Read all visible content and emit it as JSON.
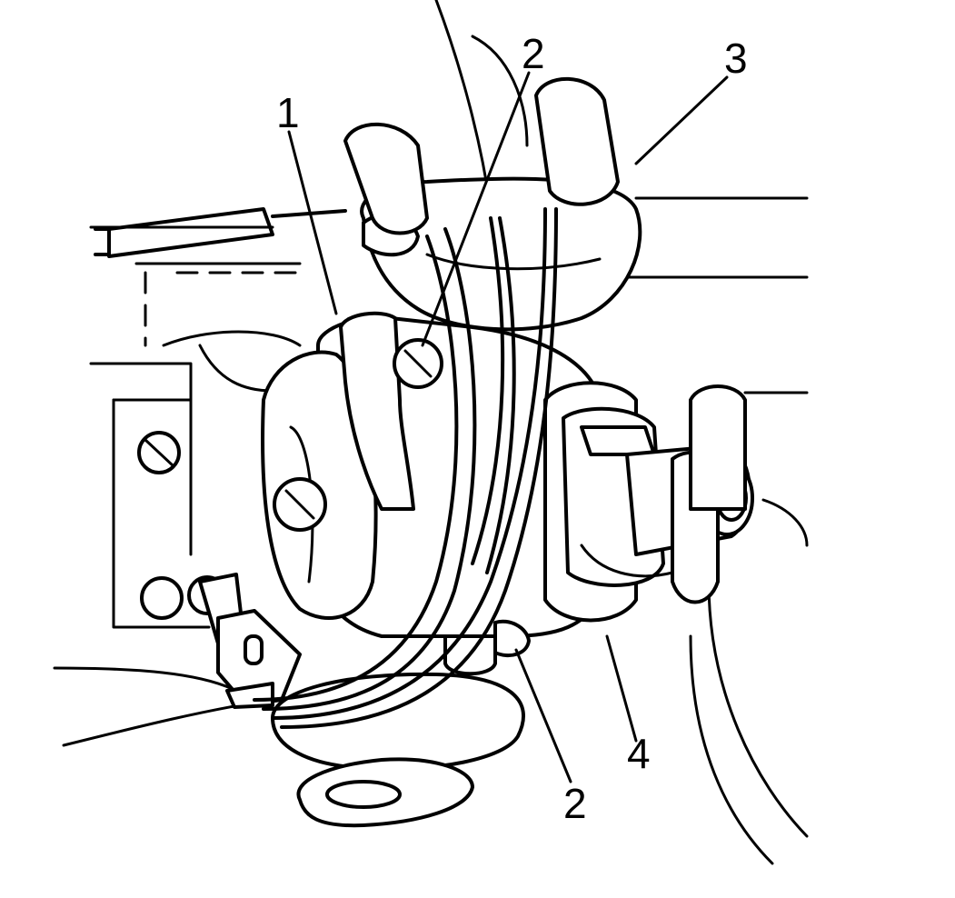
{
  "callouts": [
    {
      "id": "c1",
      "label": "1"
    },
    {
      "id": "c2a",
      "label": "2"
    },
    {
      "id": "c3",
      "label": "3"
    },
    {
      "id": "c2b",
      "label": "2"
    },
    {
      "id": "c4",
      "label": "4"
    }
  ]
}
